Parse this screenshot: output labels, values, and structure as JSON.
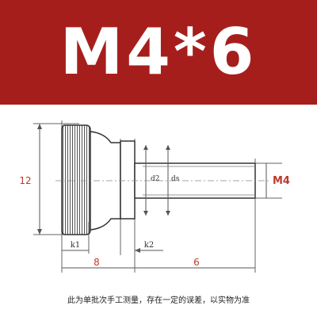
{
  "title": "M4*6",
  "diagram": {
    "head_height": "12",
    "thread": "M4",
    "head_length": "8",
    "thread_length": "6",
    "label_k1": "k1",
    "label_k2": "k2",
    "label_d2": "d2",
    "label_ds": "ds"
  },
  "caption": "此为单批次手工测量，存在一定的误差，以实物为准",
  "colors": {
    "banner": "#a61e1c",
    "dimension_text": "#c0392b",
    "line": "#333333"
  }
}
